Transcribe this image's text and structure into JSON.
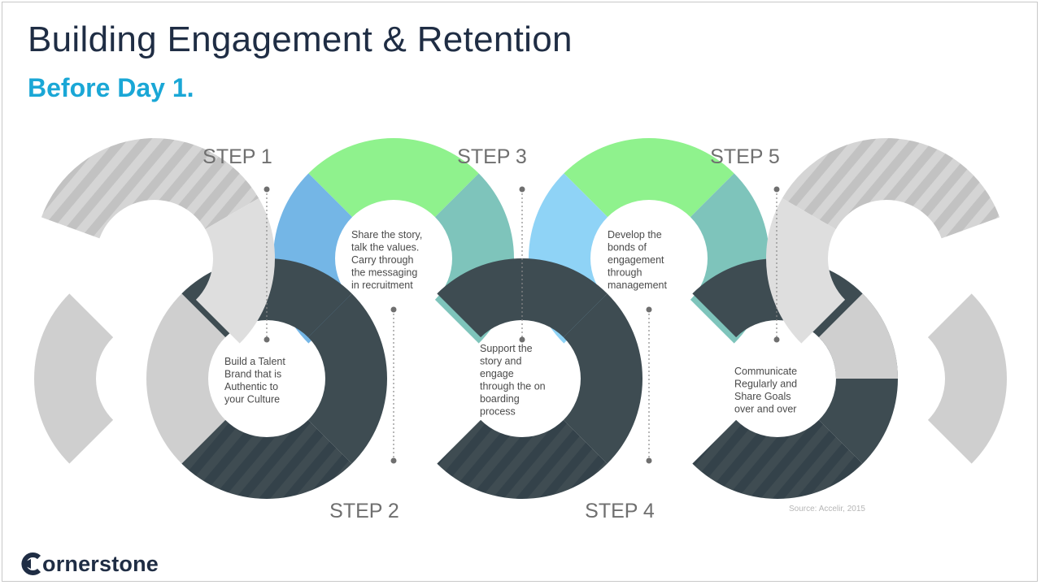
{
  "slide": {
    "title": "Building Engagement & Retention",
    "subtitle": "Before Day 1."
  },
  "steps": [
    {
      "label": "STEP 1",
      "lines": [
        "Build a Talent",
        "Brand that is",
        "Authentic to",
        "your Culture"
      ]
    },
    {
      "label": "STEP 2",
      "lines": [
        "Share the story,",
        "talk the values.",
        "Carry through",
        "the messaging",
        "in recruitment"
      ]
    },
    {
      "label": "STEP 3",
      "lines": [
        "Support the",
        "story and",
        "engage",
        "through the on",
        "boarding",
        "process"
      ]
    },
    {
      "label": "STEP 4",
      "lines": [
        "Develop the",
        "bonds of",
        "engagement",
        "through",
        "management"
      ]
    },
    {
      "label": "STEP 5",
      "lines": [
        "Communicate",
        "Regularly and",
        "Share Goals",
        "over and over"
      ]
    }
  ],
  "source": "Source: Accelir, 2015",
  "logo": {
    "text": "ornerstone",
    "icon": "cornerstone-c-icon"
  },
  "colors": {
    "title": "#1f2d44",
    "subtitle": "#1aa7d6",
    "green": "#8ff28d",
    "blue": "#74b6e6",
    "light_blue": "#8fd3f6",
    "teal": "#7ec4bb",
    "dark": "#3e4c52",
    "grey": "#cfcfcf",
    "grey_light": "#dedede"
  }
}
